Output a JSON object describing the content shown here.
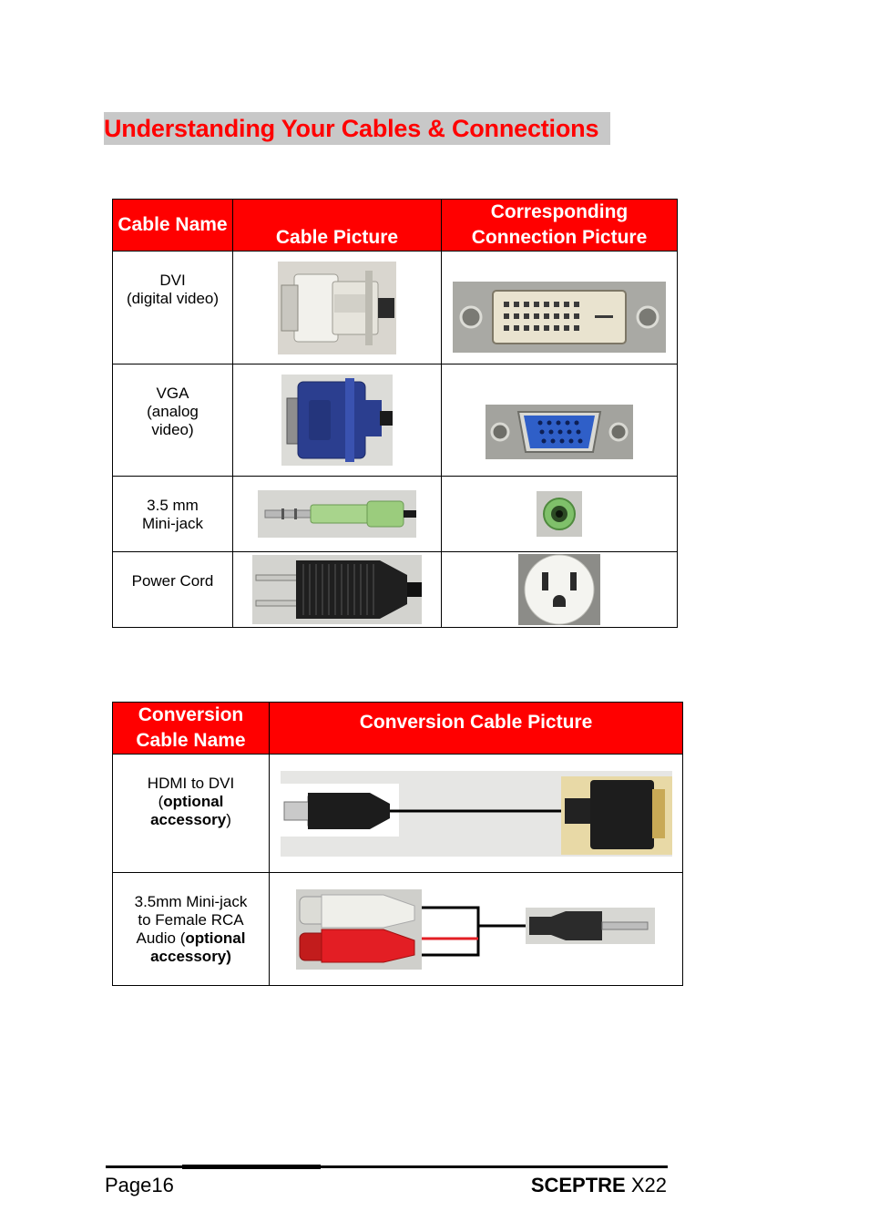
{
  "title": "Understanding Your Cables & Connections",
  "cable_table": {
    "headers": {
      "name": "Cable Name",
      "picture": "Cable Picture",
      "connection": "Corresponding Connection Picture"
    },
    "rows": [
      {
        "name": "DVI (digital video)",
        "name_line1": "DVI",
        "name_line2": "(digital video)"
      },
      {
        "name_line1": "VGA",
        "name_line2": "(analog",
        "name_line3": "video)"
      },
      {
        "name_line1": "3.5 mm",
        "name_line2": "Mini-jack"
      },
      {
        "name_line1": "Power Cord"
      }
    ]
  },
  "conversion_table": {
    "headers": {
      "name_line1": "Conversion",
      "name_line2": "Cable Name",
      "picture": "Conversion Cable Picture"
    },
    "rows": [
      {
        "line1": "HDMI to DVI",
        "line2_pre": "(",
        "line2_bold": "optional",
        "line2_post": "",
        "line3_bold": "accessory",
        "line3_post": ")"
      },
      {
        "line1": "3.5mm Mini-jack",
        "line2": "to Female RCA",
        "line3_pre": "Audio (",
        "line3_bold": "optional",
        "line4_bold": "accessory)"
      }
    ]
  },
  "footer": {
    "page": "Page16",
    "brand": "SCEPTRE",
    "model": " X22"
  },
  "colors": {
    "header_red": "#ff0000",
    "title_bg": "#c8c8c8"
  }
}
